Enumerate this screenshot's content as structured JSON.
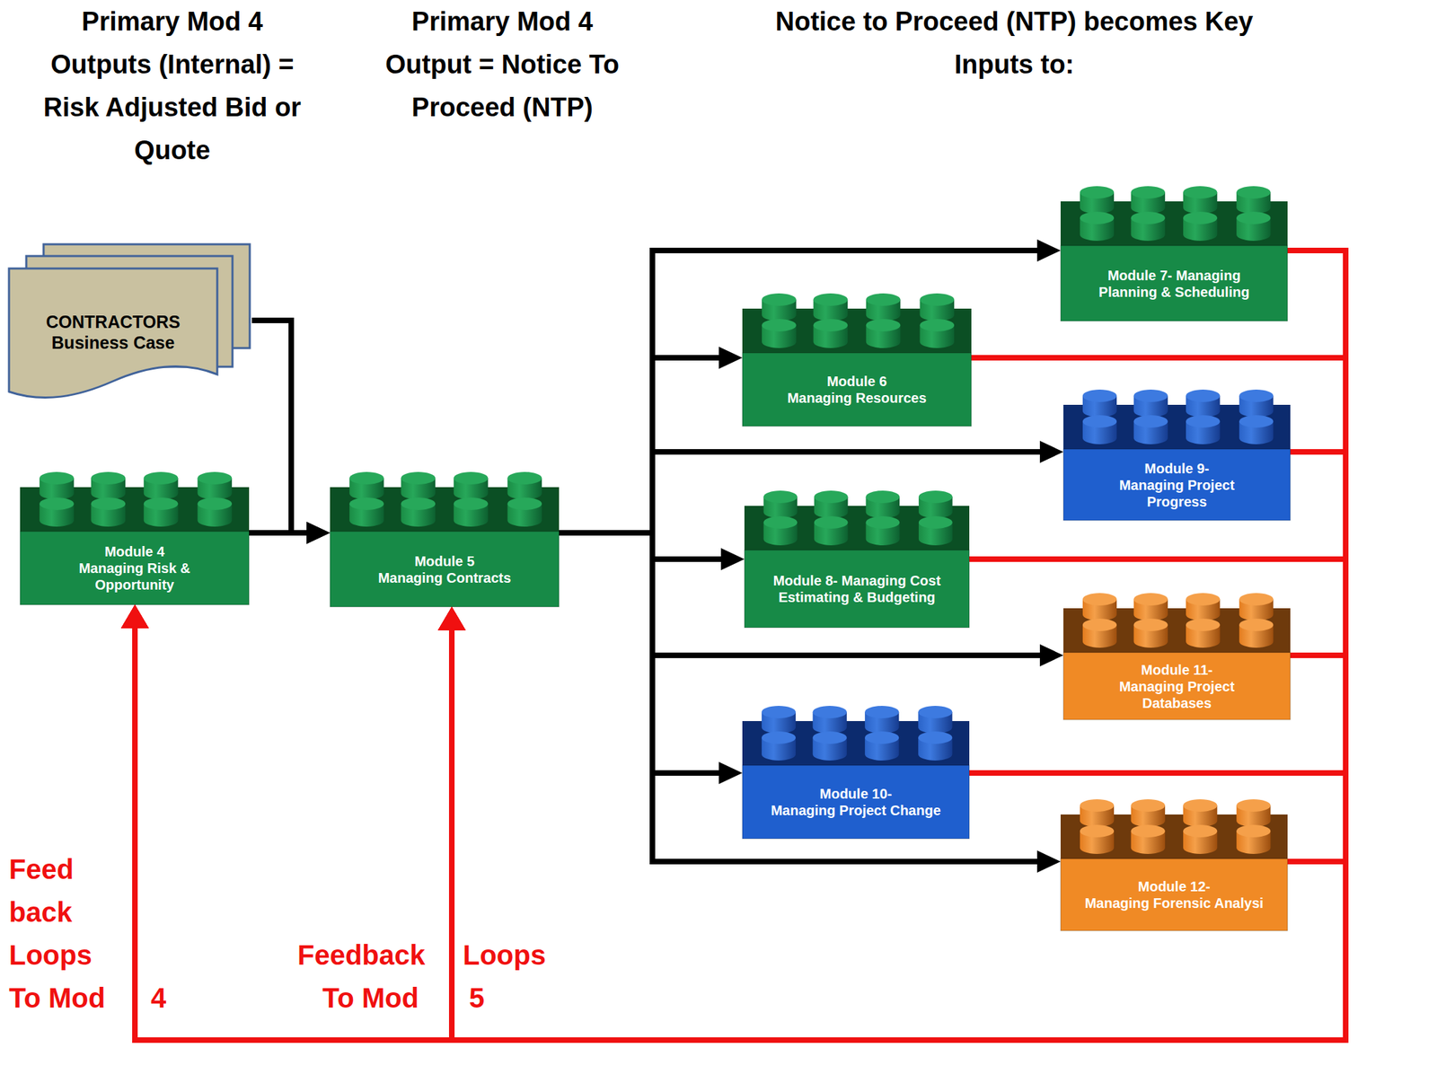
{
  "diagram": {
    "nodes": [
      {
        "text": [
          "CONTRACTORS Business Case"
        ]
      },
      {
        "text": [
          "Module 4",
          "Managing Risk & Opportunity"
        ]
      },
      {
        "text": [
          "Module 5",
          "Managing Contracts"
        ]
      },
      {
        "text": [
          "Module 7- Managing Planning & Scheduling"
        ]
      },
      {
        "text": [
          "Module 6",
          "Managing Resources"
        ]
      },
      {
        "text": [
          "Module 9-",
          "Managing Project Progress"
        ]
      },
      {
        "text": [
          "Module 8- Managing Cost Estimating & Budgeting"
        ]
      },
      {
        "text": [
          "Module 11-",
          "Managing Project Databases"
        ]
      },
      {
        "text": [
          "Module 10-",
          "Managing Project Change"
        ]
      },
      {
        "text": [
          "Module 12-",
          "Managing Forensic Analysi"
        ]
      }
    ],
    "edges": [
      {
        "from": 0,
        "to": 2,
        "arrow": "to"
      },
      {
        "from": 1,
        "to": 2,
        "arrow": "to"
      },
      {
        "from": 2,
        "to": 3,
        "arrow": "to"
      },
      {
        "from": 2,
        "to": 4,
        "arrow": "to"
      },
      {
        "from": 2,
        "to": 5,
        "arrow": "to"
      },
      {
        "from": 2,
        "to": 6,
        "arrow": "to"
      },
      {
        "from": 2,
        "to": 7,
        "arrow": "to"
      },
      {
        "from": 2,
        "to": 8,
        "arrow": "to"
      },
      {
        "from": 2,
        "to": 9,
        "arrow": "to"
      },
      {
        "from": 3,
        "to": 1,
        "arrow": "to"
      },
      {
        "from": 3,
        "to": 2,
        "arrow": "to"
      },
      {
        "from": 4,
        "to": 1,
        "arrow": "to"
      },
      {
        "from": 4,
        "to": 2,
        "arrow": "to"
      },
      {
        "from": 5,
        "to": 1,
        "arrow": "to"
      },
      {
        "from": 5,
        "to": 2,
        "arrow": "to"
      },
      {
        "from": 6,
        "to": 1,
        "arrow": "to"
      },
      {
        "from": 6,
        "to": 2,
        "arrow": "to"
      },
      {
        "from": 7,
        "to": 1,
        "arrow": "to"
      },
      {
        "from": 7,
        "to": 2,
        "arrow": "to"
      },
      {
        "from": 8,
        "to": 1,
        "arrow": "to"
      },
      {
        "from": 8,
        "to": 2,
        "arrow": "to"
      },
      {
        "from": 9,
        "to": 1,
        "arrow": "to"
      },
      {
        "from": 9,
        "to": 2,
        "arrow": "to"
      }
    ],
    "labels": [
      "Primary Mod 4 Outputs (Internal) = Risk Adjusted Bid or Quote",
      "Primary Mod 4 Output = Notice To Proceed (NTP)",
      "Notice to Proceed (NTP) becomes Key Inputs to:",
      "Feed back Loops To Mod",
      "4",
      "Feedback",
      "Loops",
      "To Mod",
      "5"
    ]
  }
}
